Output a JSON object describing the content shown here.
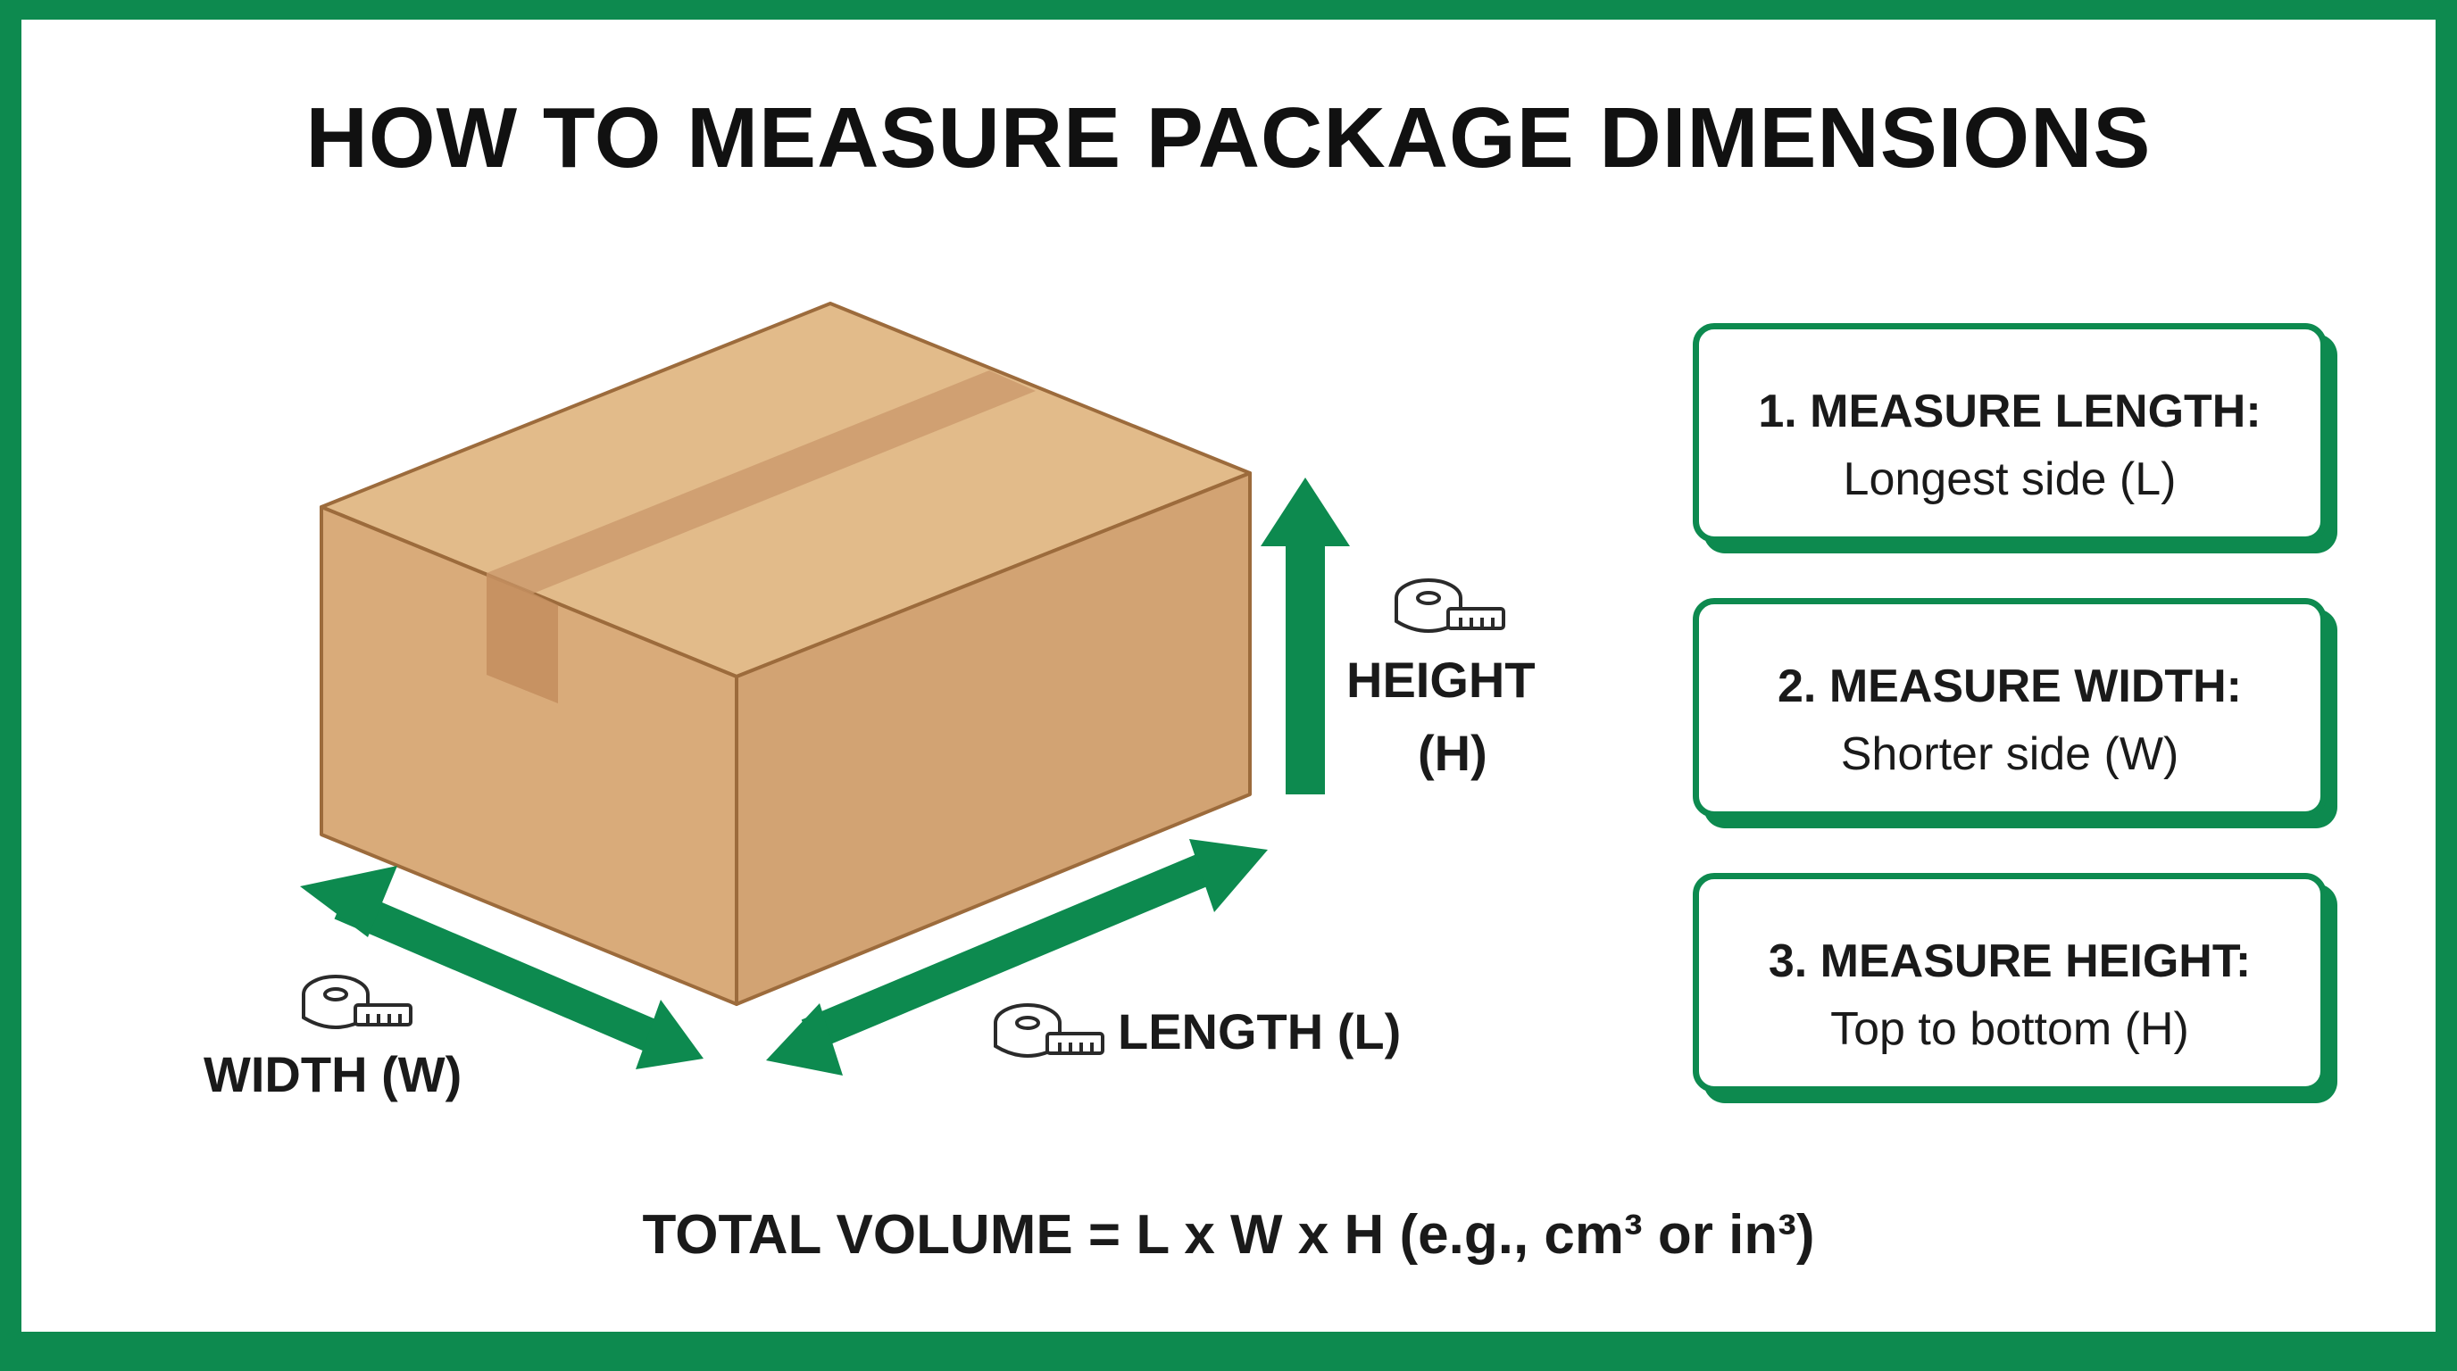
{
  "title": "HOW TO MEASURE PACKAGE DIMENSIONS",
  "colors": {
    "accent_green": "#0d8a4f",
    "box_top": "#e2bb8a",
    "box_left": "#d9ab7a",
    "box_right": "#d2a373",
    "box_edge": "#9c6b3c",
    "tape": "#c9976a"
  },
  "labels": {
    "height_line1": "HEIGHT",
    "height_line2": "(H)",
    "width": "WIDTH (W)",
    "length": "LENGTH (L)"
  },
  "icons": {
    "box": "cardboard-box-icon",
    "tape_measure": "tape-measure-icon",
    "arrow": "double-arrow-icon"
  },
  "steps": [
    {
      "title": "1. MEASURE LENGTH:",
      "detail": "Longest side (L)"
    },
    {
      "title": "2. MEASURE WIDTH:",
      "detail": "Shorter side (W)"
    },
    {
      "title": "3. MEASURE HEIGHT:",
      "detail": "Top to bottom (H)"
    }
  ],
  "formula": "TOTAL VOLUME = L x W x H (e.g., cm³ or in³)"
}
